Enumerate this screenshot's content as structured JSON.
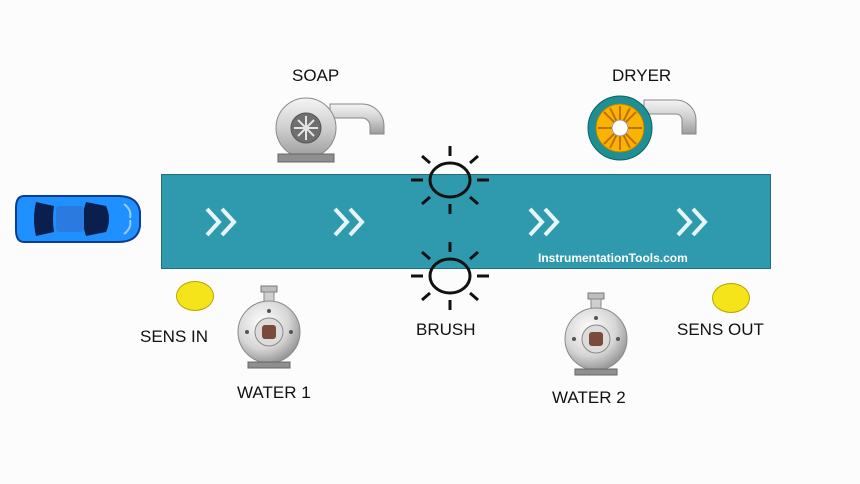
{
  "labels": {
    "soap": "SOAP",
    "dryer": "DRYER",
    "sens_in": "SENS IN",
    "sens_out": "SENS OUT",
    "brush": "BRUSH",
    "water1": "WATER 1",
    "water2": "WATER 2"
  },
  "watermark": "InstrumentationTools.com",
  "icons": {
    "car": "car-icon",
    "soap_pump": "blower-icon",
    "dryer_fan": "blower-icon",
    "brush": "sun-icon",
    "water_pump": "pump-icon",
    "direction": "double-chevron-right-icon"
  },
  "colors": {
    "conveyor": "#2f9aae",
    "sensor": "#f5e41a",
    "car": "#1e90ff",
    "dryer_wheel": "#f7b500"
  }
}
